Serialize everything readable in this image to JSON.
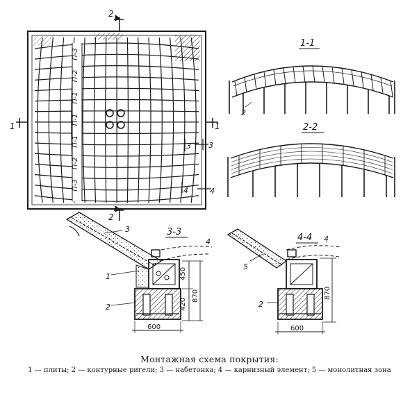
{
  "labels": {
    "plan_panels": [
      "П-3",
      "П-2",
      "П-1",
      "П-1",
      "П-1",
      "П-2",
      "П-3"
    ],
    "section_1_1": "1-1",
    "section_2_2": "2-2",
    "section_3_3": "3-3",
    "section_4_4": "4-4",
    "cut_1": "1",
    "cut_2": "2",
    "cut_3": "3",
    "cut_4": "4"
  },
  "callouts": {
    "c1": "1",
    "c2": "2",
    "c3": "3",
    "c4": "4",
    "c5": "5"
  },
  "dimensions": {
    "d450": "450",
    "d420": "420",
    "d870": "870",
    "d600": "600"
  },
  "caption": {
    "title": "Монтажная схема покрытия:",
    "legend": "1 — плиты; 2 — контурные ригели; 3 — набетонка; 4 — карнизный элемент; 5 — монолитная зона"
  }
}
